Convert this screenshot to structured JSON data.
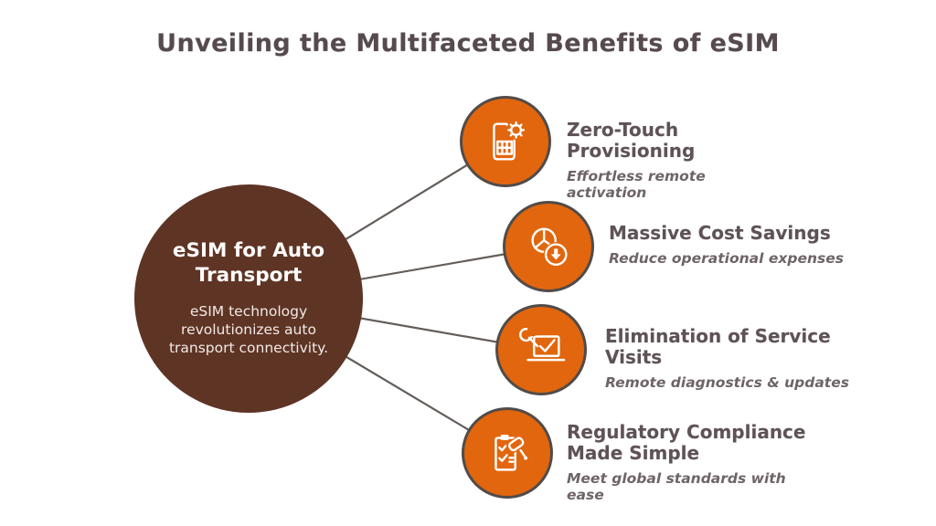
{
  "title": "Unveiling the Multifaceted Benefits of eSIM",
  "center": {
    "heading": "eSIM for Auto Transport",
    "description": "eSIM technology revolutionizes auto transport connectivity."
  },
  "items": [
    {
      "title": "Zero-Touch Provisioning",
      "subtitle": "Effortless remote activation",
      "icon": "sim-card-gear-icon"
    },
    {
      "title": "Massive Cost Savings",
      "subtitle": "Reduce operational expenses",
      "icon": "pie-chart-decrease-icon"
    },
    {
      "title": "Elimination of Service Visits",
      "subtitle": "Remote diagnostics & updates",
      "icon": "laptop-wrench-check-icon"
    },
    {
      "title": "Regulatory Compliance Made Simple",
      "subtitle": "Meet global standards with ease",
      "icon": "checklist-pen-icon"
    }
  ],
  "colors": {
    "title_text": "#564a4e",
    "center_fill": "#5e3425",
    "node_fill": "#e2660d",
    "node_border": "#514b49",
    "connector_line": "#56504d",
    "item_title_text": "#5e5257",
    "item_subtitle_text": "#6e6468"
  }
}
